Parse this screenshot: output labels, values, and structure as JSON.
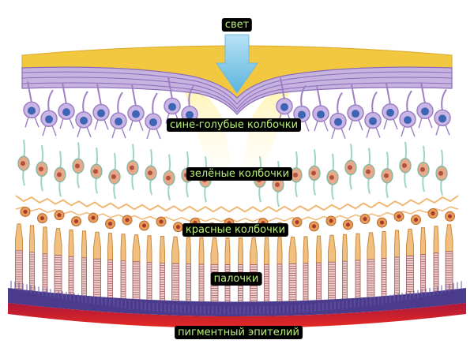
{
  "labels": {
    "light": "свет",
    "blue_cones": "сине-голубые колбочки",
    "green_cones": "зелёные колбочки",
    "red_cones": "красные колбочки",
    "rods": "палочки",
    "pigment_epithelium": "пигментный эпителий"
  },
  "colors": {
    "label_text": "#b8f07a",
    "label_bg": "#000000",
    "nerve_fiber_layer": "#f2c840",
    "fovea_glow": "#fff0a0",
    "arrow": "#8fd0ee",
    "ganglion_cells": "#9d7fc4",
    "ganglion_nuclei": "#3e64b4",
    "bipolar_cells": "#9fd4c2",
    "horizontal_cells": "#f0b876",
    "photoreceptors": "#f1c07e",
    "outer_segments": "#e8cfc9",
    "outer_segment_stripes": "#b05f66",
    "pigment_layer": "#4a3b8c",
    "choroid": "#d81f2b"
  }
}
